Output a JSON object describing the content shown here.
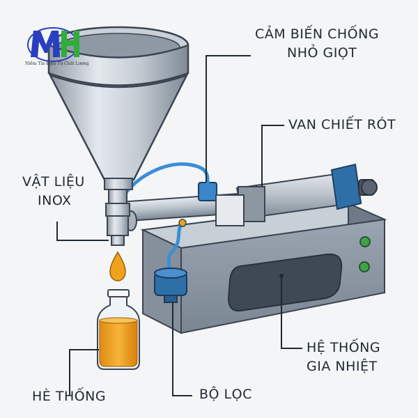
{
  "logo": {
    "text": "MH",
    "caption": "Niềm Tin Điện Tử Chất Lượng"
  },
  "labels": {
    "sensor_line1": "CẢM BIẾN CHỐNG",
    "sensor_line2": "NHỎ GIỌT",
    "valve": "VAN CHIẾT RÓT",
    "material_line1": "VẬT LIỆU",
    "material_line2": "INOX",
    "system": "HÈ THỐNG",
    "filter": "BỘ LỌC",
    "heating_line1": "HỆ THỐNG",
    "heating_line2": "GIA NHIỆT"
  },
  "colors": {
    "steel": "#b9c2cb",
    "box": "#8e99a5",
    "liquid": "#f0a21c",
    "hose": "#3a8fd6",
    "filter": "#2f6fa8",
    "button": "#3fa24a",
    "logo_blue": "#2a3fbf",
    "logo_green": "#2eae3d"
  }
}
